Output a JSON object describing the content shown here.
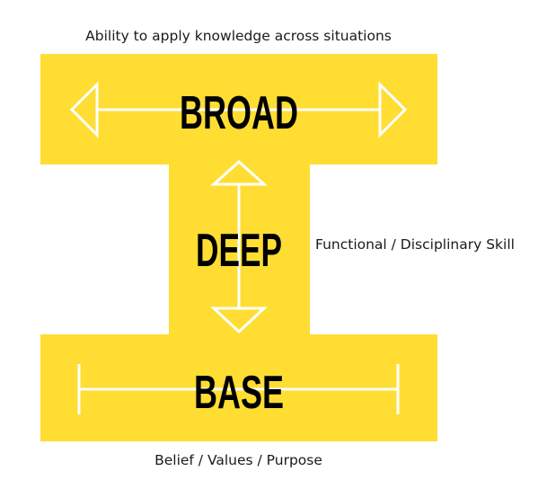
{
  "colors": {
    "shape_fill": "#FFDD33",
    "arrow_stroke": "#FFFFFF",
    "word_color": "#000000",
    "caption_color": "#1A1A1A"
  },
  "labels": {
    "broad": "BROAD",
    "deep": "DEEP",
    "base": "BASE"
  },
  "captions": {
    "top": "Ability to apply knowledge across situations",
    "right": "Functional / Disciplinary Skill",
    "bottom": "Belief / Values / Purpose"
  }
}
